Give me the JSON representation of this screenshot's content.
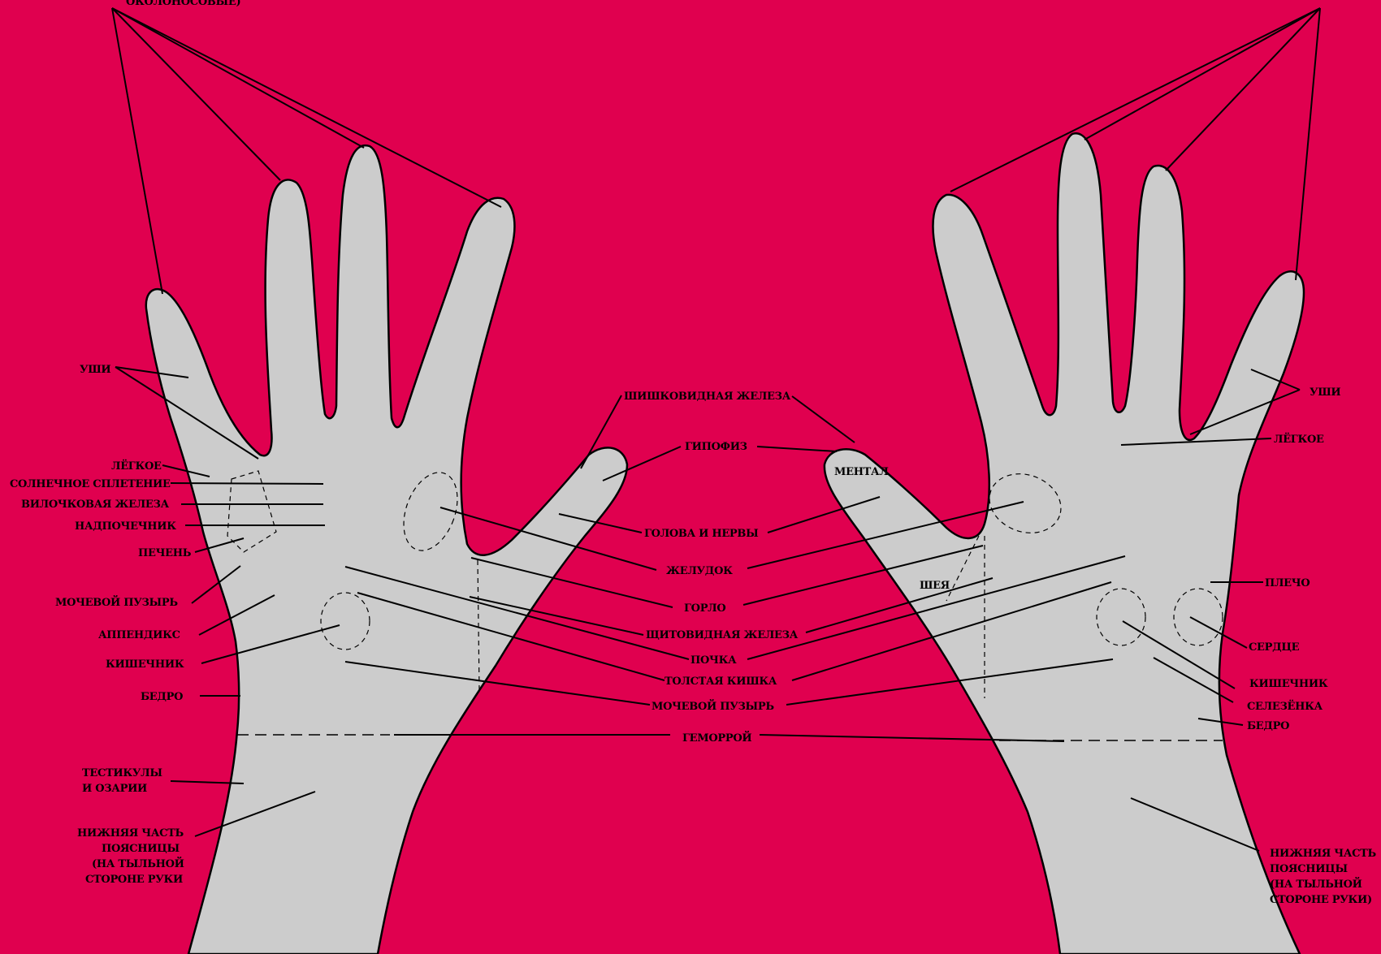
{
  "colors": {
    "background": "#e0004f",
    "hand": "#cccccc",
    "ink": "#000000"
  },
  "top_label": "ОКОЛОНОСОВЫЕ)",
  "left_hand": {
    "ears": "УШИ",
    "lung": "ЛЁГКОЕ",
    "solar_plexus": "СОЛНЕЧНОЕ СПЛЕТЕНИЕ",
    "thymus": "ВИЛОЧКОВАЯ ЖЕЛЕЗА",
    "adrenal": "НАДПОЧЕЧНИК",
    "liver": "ПЕЧЕНЬ",
    "bladder": "МОЧЕВОЙ ПУЗЫРЬ",
    "appendix": "АППЕНДИКС",
    "intestine": "КИШЕЧНИК",
    "hip": "БЕДРО",
    "testicles_1": "ТЕСТИКУЛЫ",
    "testicles_2": "И ОЗАРИИ",
    "lower_back_1": "НИЖНЯЯ ЧАСТЬ",
    "lower_back_2": "ПОЯСНИЦЫ",
    "lower_back_3": "(НА ТЫЛЬНОЙ",
    "lower_back_4": "СТОРОНЕ РУКИ"
  },
  "center": {
    "pineal": "ШИШКОВИДНАЯ ЖЕЛЕЗА",
    "pituitary": "ГИПОФИЗ",
    "mental": "МЕНТАЛ",
    "head_nerves": "ГОЛОВА И НЕРВЫ",
    "stomach": "ЖЕЛУДОК",
    "throat": "ГОРЛО",
    "neck": "ШЕЯ",
    "thyroid": "ЩИТОВИДНАЯ ЖЕЛЕЗА",
    "kidney": "ПОЧКА",
    "colon": "ТОЛСТАЯ КИШКА",
    "bladder": "МОЧЕВОЙ ПУЗЫРЬ",
    "hemorrhoids": "ГЕМОРРОЙ"
  },
  "right_hand": {
    "ears": "УШИ",
    "lung": "ЛЁГКОЕ",
    "shoulder": "ПЛЕЧО",
    "heart": "СЕРДЦЕ",
    "intestine": "КИШЕЧНИК",
    "spleen": "СЕЛЕЗЁНКА",
    "hip": "БЕДРО",
    "lower_back_1": "НИЖНЯЯ ЧАСТЬ",
    "lower_back_2": "ПОЯСНИЦЫ",
    "lower_back_3": "(НА ТЫЛЬНОЙ",
    "lower_back_4": "СТОРОНЕ РУКИ)"
  }
}
